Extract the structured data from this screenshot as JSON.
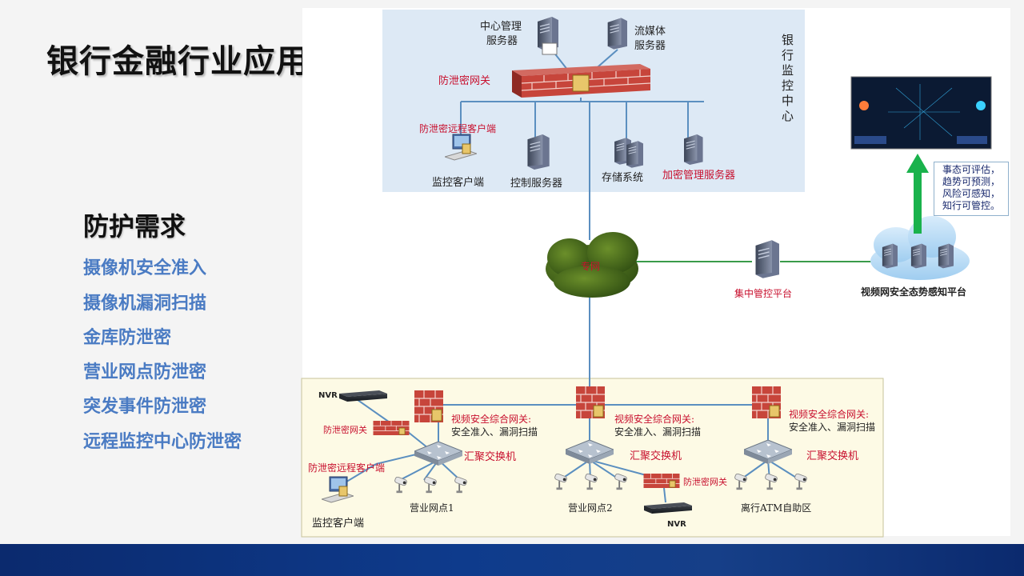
{
  "slide": {
    "title": "银行金融行业应用案例",
    "subtitle": "防护需求",
    "requirements": [
      "摄像机安全准入",
      "摄像机漏洞扫描",
      "金库防泄密",
      "营业网点防泄密",
      "突发事件防泄密",
      "远程监控中心防泄密"
    ]
  },
  "center": {
    "vertical_label": "银行监控中心",
    "mgmt_server": [
      "中心管理",
      "服务器"
    ],
    "media_server": [
      "流媒体",
      "服务器"
    ],
    "gateway": "防泄密网关",
    "remote_client_label": "防泄密远程客户端",
    "monitor_client": "监控客户端",
    "control_server": "控制服务器",
    "storage": "存储系统",
    "encrypt_server": "加密管理服务器"
  },
  "network": {
    "cloud_label": "专网",
    "central_platform": "集中管控平台",
    "awareness_platform": "视频网安全态势感知平台",
    "callout": [
      "事态可评估，",
      "趋势可预测，",
      "风险可感知，",
      "知行可管控。"
    ]
  },
  "branches": {
    "nvr": "NVR",
    "leak_gateway": "防泄密网关",
    "remote_client": "防泄密远程客户端",
    "monitor_client": "监控客户端",
    "video_gateway_title": "视频安全综合网关:",
    "video_gateway_desc": "安全准入、漏洞扫描",
    "switch": "汇聚交换机",
    "site1": "营业网点1",
    "site2": "营业网点2",
    "site3": "离行ATM自助区"
  },
  "colors": {
    "accent_blue": "#4a7bc3",
    "warning_red": "#c8102e",
    "link_line": "#5b8fc0",
    "green_line": "#3a9b4a",
    "up_arrow": "#1ab24c",
    "center_panel": "#dde9f5",
    "branch_panel": "#fdfae5"
  }
}
